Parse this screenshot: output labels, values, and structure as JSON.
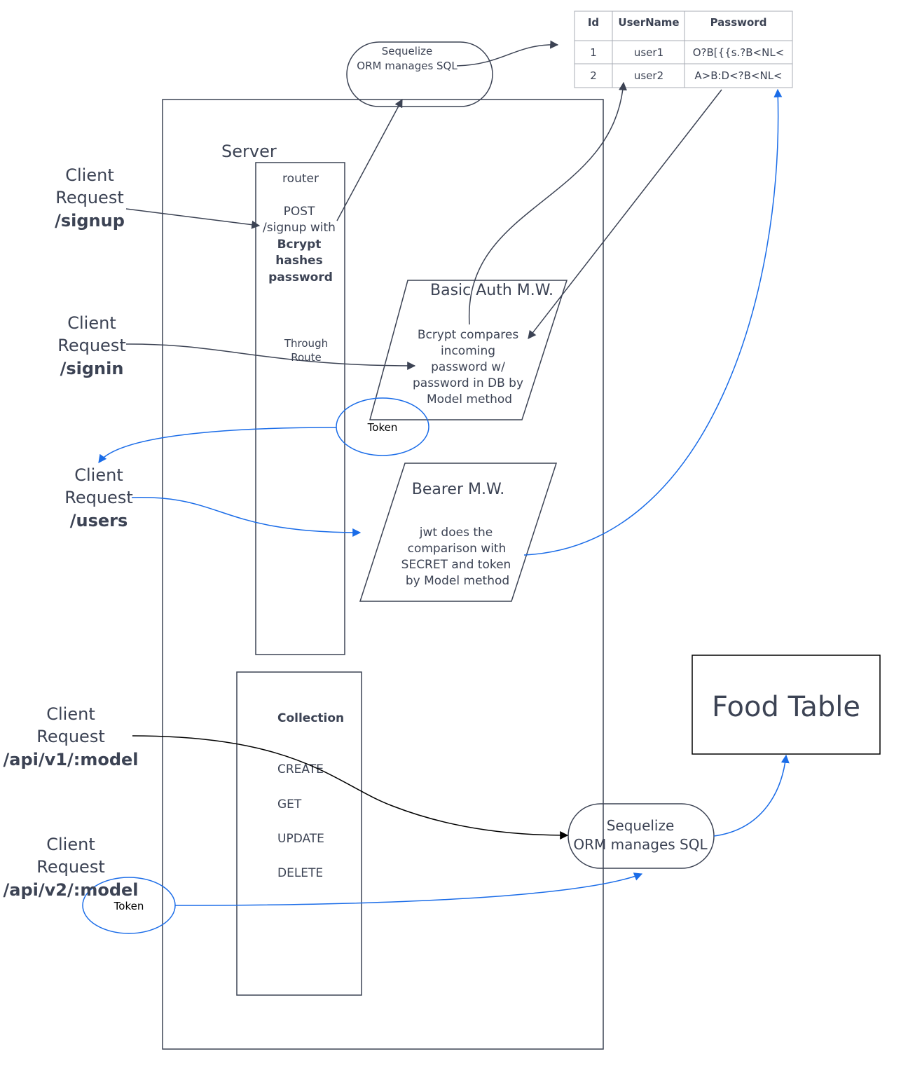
{
  "server": {
    "label": "Server"
  },
  "router": {
    "title": "router",
    "lines": [
      "POST",
      "/signup with"
    ],
    "bold_lines": [
      "Bcrypt",
      "hashes",
      "password"
    ],
    "through_route": [
      "Through",
      "Route"
    ]
  },
  "collection": {
    "title": "Collection",
    "items": [
      "CREATE",
      "GET",
      "UPDATE",
      "DELETE"
    ]
  },
  "basic_auth": {
    "title": "Basic Auth M.W.",
    "lines": [
      "Bcrypt compares",
      "incoming",
      "password w/",
      "password in DB by",
      "Model method"
    ]
  },
  "bearer": {
    "title": "Bearer M.W.",
    "lines": [
      "jwt does the",
      "comparison with",
      "SECRET and token",
      "by Model method"
    ]
  },
  "tokens": [
    "Token",
    "Token"
  ],
  "sequelize_top": [
    "Sequelize",
    "ORM manages SQL"
  ],
  "sequelize_bottom": [
    "Sequelize",
    "ORM manages SQL"
  ],
  "food_table": "Food Table",
  "clients": [
    {
      "line1": "Client",
      "line2": "Request",
      "route": "/signup"
    },
    {
      "line1": "Client",
      "line2": "Request",
      "route": "/signin"
    },
    {
      "line1": "Client",
      "line2": "Request",
      "route": "/users"
    },
    {
      "line1": "Client",
      "line2": "Request",
      "route": "/api/v1/:model"
    },
    {
      "line1": "Client",
      "line2": "Request",
      "route": "/api/v2/:model"
    }
  ],
  "users_table": {
    "headers": [
      "Id",
      "UserName",
      "Password"
    ],
    "rows": [
      [
        "1",
        "user1",
        "O?B[{{s.?B<NL<"
      ],
      [
        "2",
        "user2",
        "A>B:D<?B<NL<"
      ]
    ]
  },
  "colors": {
    "dark": "#3c4354",
    "blue": "#1a6ce8",
    "black": "#000000"
  }
}
